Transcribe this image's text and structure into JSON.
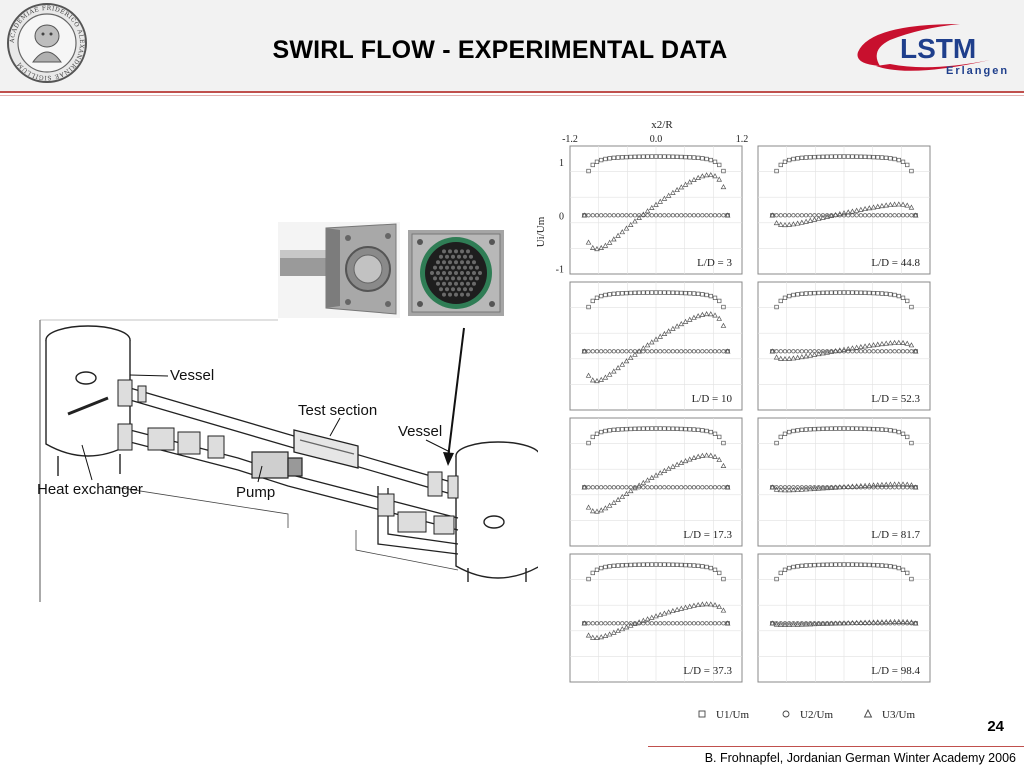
{
  "slide": {
    "title": "SWIRL FLOW - EXPERIMENTAL DATA",
    "page_number": "24",
    "footer": "B. Frohnapfel, Jordanian German Winter Academy 2006"
  },
  "logo": {
    "text": "LSTM",
    "subtext": "Erlangen"
  },
  "seal": {
    "text": "ACADEMIAE FRIDERICO ALEXANDRINAE SIGILLUM"
  },
  "schematic": {
    "labels": {
      "vessel_left": "Vessel",
      "test_section": "Test section",
      "vessel_right": "Vessel",
      "heat_exchanger": "Heat exchanger",
      "pump": "Pump"
    }
  },
  "chart_data": {
    "type": "scatter",
    "title": "",
    "top_axis_label": "x2/R",
    "top_ticks": [
      "-1.2",
      "0.0",
      "1.2"
    ],
    "ylabel": "Ui/Um",
    "y_ticks": [
      "1",
      "0",
      "-1"
    ],
    "xlim": [
      -1.2,
      1.2
    ],
    "ylim": [
      -1.1,
      1.3
    ],
    "series": [
      {
        "name": "U1/Um",
        "marker": "square"
      },
      {
        "name": "U2/Um",
        "marker": "circle"
      },
      {
        "name": "U3/Um",
        "marker": "triangle"
      }
    ],
    "panels": [
      {
        "label": "L/D = 3",
        "u3_amp": 1.0,
        "skew": 0.2
      },
      {
        "label": "L/D = 44.8",
        "u3_amp": 0.28,
        "skew": 0.15
      },
      {
        "label": "L/D = 10",
        "u3_amp": 0.9,
        "skew": 0.25
      },
      {
        "label": "L/D = 52.3",
        "u3_amp": 0.22,
        "skew": 0.15
      },
      {
        "label": "L/D = 17.3",
        "u3_amp": 0.75,
        "skew": 0.3
      },
      {
        "label": "L/D = 81.7",
        "u3_amp": 0.08,
        "skew": 0.1
      },
      {
        "label": "L/D = 37.3",
        "u3_amp": 0.45,
        "skew": 0.3
      },
      {
        "label": "L/D = 98.4",
        "u3_amp": 0.04,
        "skew": 0.1
      }
    ],
    "legend_position": "bottom"
  }
}
